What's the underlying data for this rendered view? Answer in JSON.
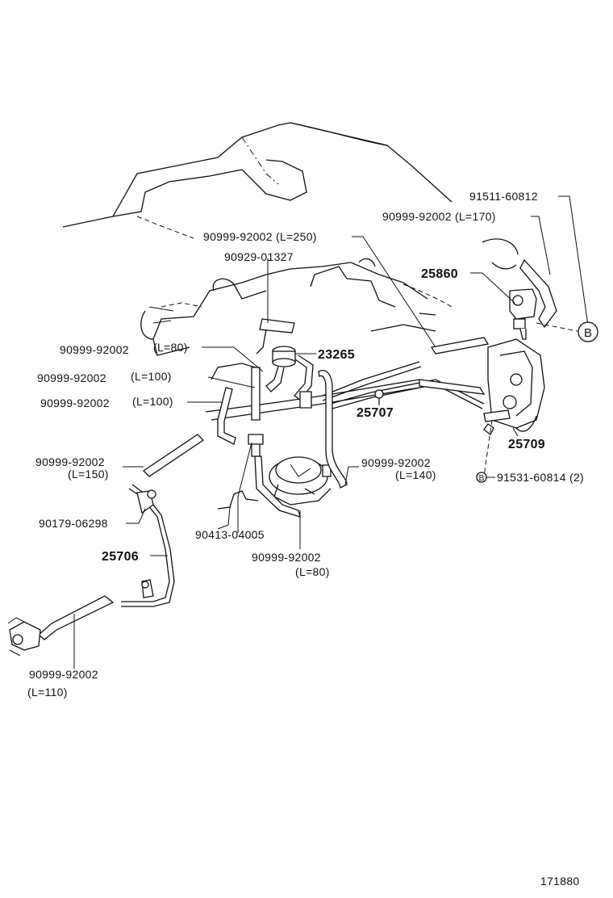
{
  "diagram": {
    "callouts": [
      {
        "id": "c1",
        "text": "91511-60812"
      },
      {
        "id": "c2",
        "text": "90999-92002 (L=170)"
      },
      {
        "id": "c3",
        "text": "90999-92002 (L=250)"
      },
      {
        "id": "c4",
        "text": "90929-01327"
      },
      {
        "id": "c5",
        "text": "25860"
      },
      {
        "id": "c6",
        "text": "90999-92002"
      },
      {
        "id": "c7",
        "text": "(L=80)"
      },
      {
        "id": "c8",
        "text": "23265"
      },
      {
        "id": "c9",
        "text": "90999-92002"
      },
      {
        "id": "c10",
        "text": "(L=100)"
      },
      {
        "id": "c11",
        "text": "90999-92002"
      },
      {
        "id": "c12",
        "text": "(L=100)"
      },
      {
        "id": "c13",
        "text": "25707"
      },
      {
        "id": "c14",
        "text": "25709"
      },
      {
        "id": "c15",
        "text": "90999-92002"
      },
      {
        "id": "c16",
        "text": "(L=150)"
      },
      {
        "id": "c17",
        "text": "90999-92002"
      },
      {
        "id": "c18",
        "text": "(L=140)"
      },
      {
        "id": "c19",
        "text": "91531-60814 (2)"
      },
      {
        "id": "c20",
        "text": "90179-06298"
      },
      {
        "id": "c21",
        "text": "90413-04005"
      },
      {
        "id": "c22",
        "text": "25706"
      },
      {
        "id": "c23",
        "text": "90999-92002"
      },
      {
        "id": "c24",
        "text": "(L=80)"
      },
      {
        "id": "c25",
        "text": "90999-92002"
      },
      {
        "id": "c26",
        "text": "(L=110)"
      }
    ],
    "ref_marker": "B",
    "figure_number": "171880"
  }
}
